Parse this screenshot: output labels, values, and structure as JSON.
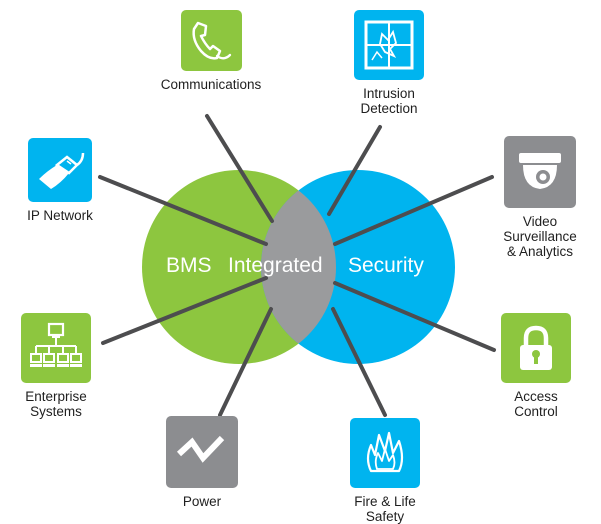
{
  "colors": {
    "green": "#8dc63f",
    "blue": "#00b4ef",
    "overlap_gray": "#9a9b9d",
    "icon_gray": "#8c8d90",
    "line": "#4d4d4f",
    "text": "#1f1f1f"
  },
  "center": {
    "bms_label": "BMS",
    "integrated_label": "Integrated",
    "security_label": "Security"
  },
  "nodes": {
    "communications": {
      "label": "Communications",
      "icon": "telephone-handset-icon"
    },
    "intrusion": {
      "label": "Intrusion\nDetection",
      "icon": "broken-window-icon"
    },
    "ip_network": {
      "label": "IP Network",
      "icon": "network-cable-icon"
    },
    "video": {
      "label": "Video\nSurveillance\n& Analytics",
      "icon": "dome-camera-icon"
    },
    "enterprise": {
      "label": "Enterprise\nSystems",
      "icon": "network-hierarchy-icon"
    },
    "access": {
      "label": "Access\nControl",
      "icon": "padlock-icon"
    },
    "power": {
      "label": "Power",
      "icon": "power-wave-icon"
    },
    "fire": {
      "label": "Fire & Life\nSafety",
      "icon": "flame-icon"
    }
  }
}
